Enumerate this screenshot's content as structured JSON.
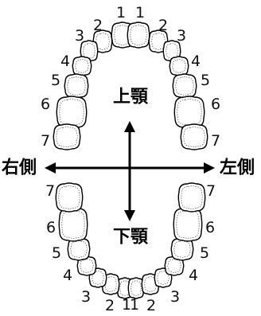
{
  "labels": {
    "upper_jaw": "上顎",
    "lower_jaw": "下顎",
    "right_side": "右側",
    "left_side": "左側"
  },
  "upper_teeth": {
    "right": [
      "1",
      "2",
      "3",
      "4",
      "5",
      "6",
      "7"
    ],
    "left": [
      "1",
      "2",
      "3",
      "4",
      "5",
      "6",
      "7"
    ]
  },
  "lower_teeth": {
    "right": [
      "1",
      "2",
      "3",
      "4",
      "5",
      "6",
      "7"
    ],
    "left": [
      "1",
      "2",
      "3",
      "4",
      "5",
      "6",
      "7"
    ]
  },
  "colors": {
    "line": "#000000",
    "tooth_fill": "#ffffff",
    "tooth_detail": "#666666"
  }
}
